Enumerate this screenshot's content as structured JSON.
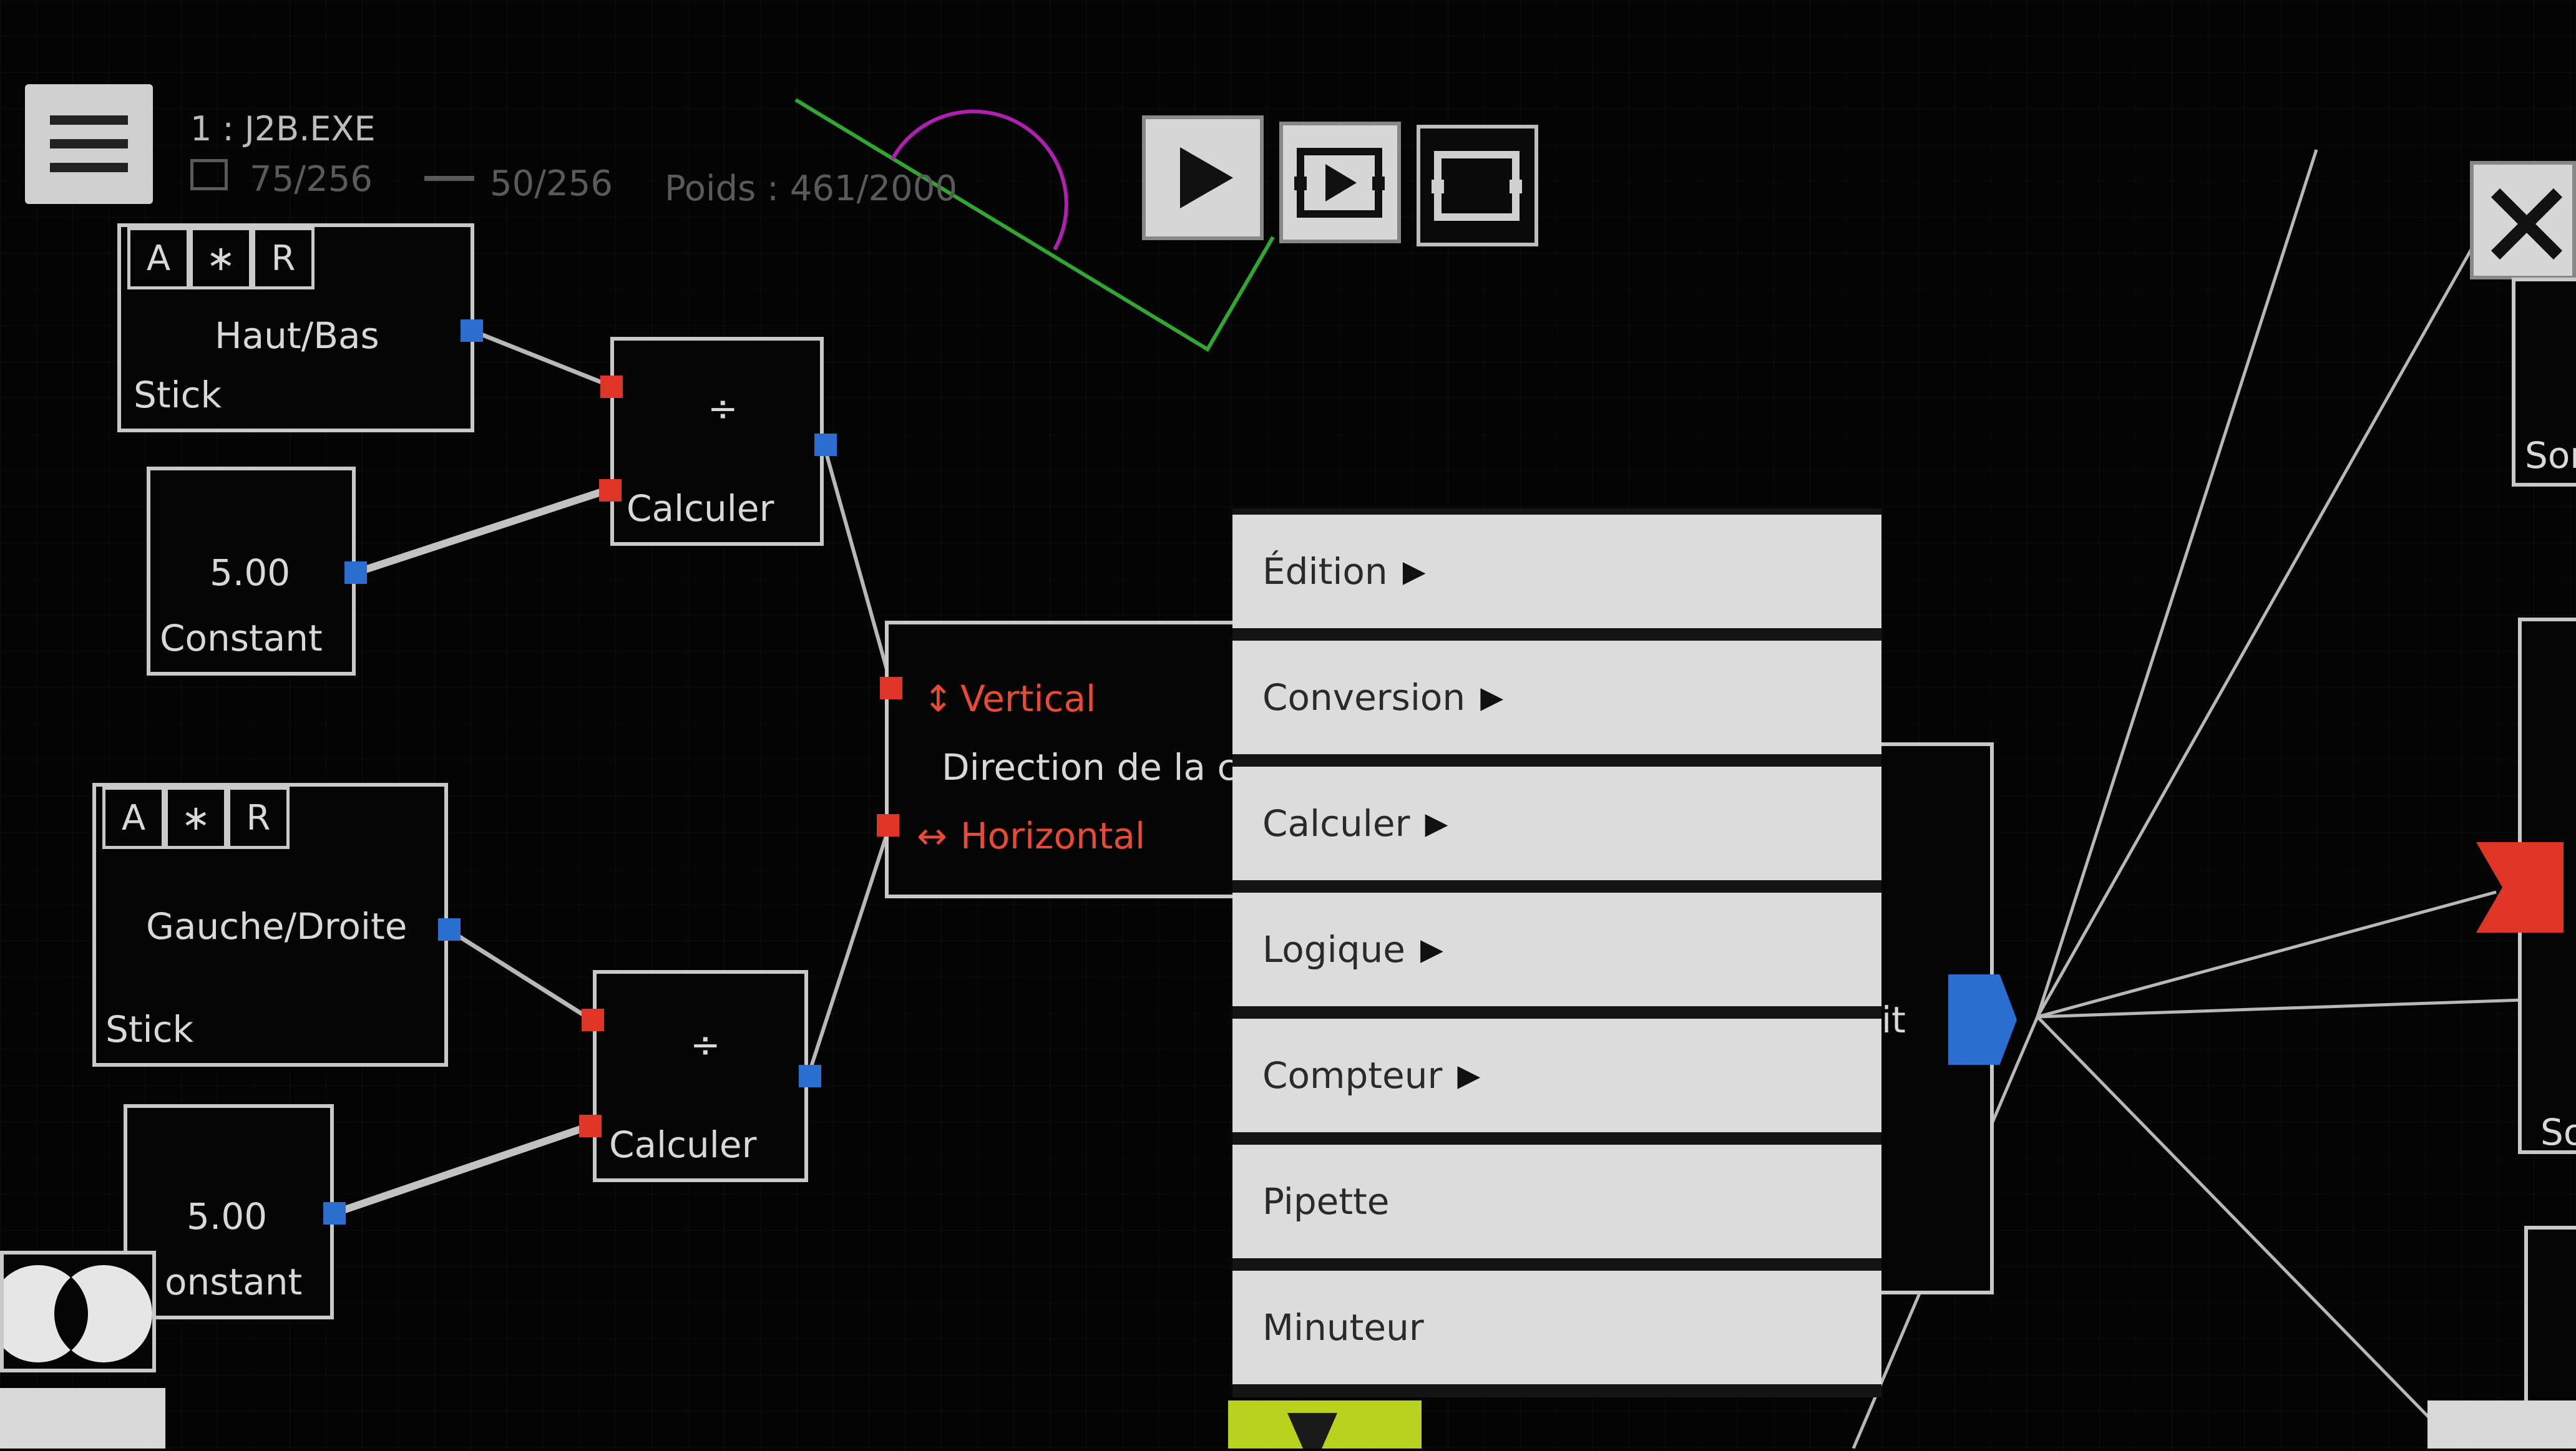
{
  "header": {
    "title": "1 : J2B.EXE",
    "nodes_count": "75/256",
    "wires_count": "50/256",
    "weight": "Poids : 461/2000"
  },
  "toolbar": {
    "play": "play-icon",
    "step": "step-play-icon",
    "frame": "frame-icon",
    "close": "close-icon"
  },
  "flags": [
    "A",
    "∗",
    "R"
  ],
  "nodes": {
    "stick_updown": {
      "label": "Haut/Bas",
      "sub": "Stick"
    },
    "stick_leftright": {
      "label": "Gauche/Droite",
      "sub": "Stick"
    },
    "const1": {
      "value": "5.00",
      "label": "Constant"
    },
    "const2": {
      "value": "5.00",
      "label": "onstant"
    },
    "calc1": {
      "symbol": "÷",
      "label": "Calculer"
    },
    "calc2": {
      "symbol": "÷",
      "label": "Calculer"
    },
    "direction": {
      "title": "Direction de la ca",
      "in1": "Vertical",
      "in2": "Horizontal",
      "in1_icon": "↕",
      "in2_icon": "↔"
    }
  },
  "fragments": {
    "right_it": "it",
    "right_so1": "Sor",
    "right_so2": "So"
  },
  "context_menu": {
    "items": [
      {
        "label": "Édition",
        "arrow": "▶"
      },
      {
        "label": "Conversion",
        "arrow": "▶"
      },
      {
        "label": "Calculer",
        "arrow": "▶"
      },
      {
        "label": "Logique",
        "arrow": "▶"
      },
      {
        "label": "Compteur",
        "arrow": "▶"
      },
      {
        "label": "Pipette",
        "arrow": ""
      },
      {
        "label": "Minuteur",
        "arrow": ""
      }
    ]
  },
  "colors": {
    "background": "#040405",
    "port_red": "#e03426",
    "port_blue": "#2a6fd0",
    "wire": "#b8b8b8",
    "accent_green": "#b8d21e",
    "guide_magenta": "#b020b0",
    "guide_green": "#30a830"
  }
}
